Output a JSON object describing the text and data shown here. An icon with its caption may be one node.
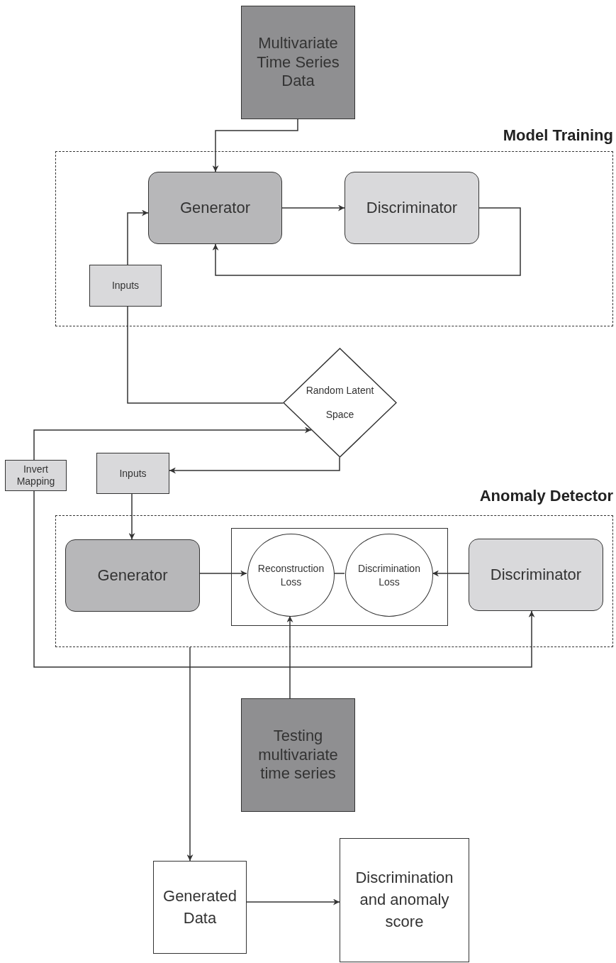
{
  "diagram": {
    "nodes": [
      {
        "text": [
          "Multivariate Time Series Data"
        ]
      },
      {
        "text": [
          "Model Training"
        ]
      },
      {
        "text": [
          "Generator"
        ],
        "in": 1
      },
      {
        "text": [
          "Discriminator"
        ],
        "in": 1
      },
      {
        "text": [
          "Inputs"
        ],
        "in": 1
      },
      {
        "text": [
          "Random Latent Space"
        ]
      },
      {
        "text": [
          "Invert Mapping"
        ]
      },
      {
        "text": [
          "Inputs"
        ]
      },
      {
        "text": [
          "Anomaly Detector"
        ]
      },
      {
        "text": [],
        "shape": "box",
        "in": 8
      },
      {
        "text": [
          "Reconstruction Loss"
        ],
        "in": 9
      },
      {
        "text": [
          "Discrimination Loss"
        ],
        "in": 9
      },
      {
        "text": [
          "Generator"
        ],
        "in": 8
      },
      {
        "text": [
          "Discriminator"
        ],
        "in": 8
      },
      {
        "text": [
          "Testing multivariate time series"
        ]
      },
      {
        "text": [
          "Generated Data"
        ]
      },
      {
        "text": [
          "Discrimination and anomaly score"
        ]
      }
    ],
    "edges": [
      {
        "from": 0,
        "to": 2,
        "arrow": "to"
      },
      {
        "from": 2,
        "to": 3,
        "arrow": "to"
      },
      {
        "from": 3,
        "to": 2,
        "arrow": "to"
      },
      {
        "from": 4,
        "to": 2,
        "arrow": "to"
      },
      {
        "from": 5,
        "to": 4,
        "arrow": "none"
      },
      {
        "from": 6,
        "to": 5,
        "arrow": "to"
      },
      {
        "from": 5,
        "to": 7,
        "arrow": "to"
      },
      {
        "from": 7,
        "to": 12,
        "arrow": "to"
      },
      {
        "from": 12,
        "to": 10,
        "arrow": "to"
      },
      {
        "from": 13,
        "to": 11,
        "arrow": "to"
      },
      {
        "from": 10,
        "to": 11,
        "arrow": "none"
      },
      {
        "from": 14,
        "to": 10,
        "arrow": "to"
      },
      {
        "from": 6,
        "to": 13,
        "arrow": "to"
      },
      {
        "from": 8,
        "to": 15,
        "arrow": "to"
      },
      {
        "from": 15,
        "to": 16,
        "arrow": "to"
      }
    ]
  }
}
